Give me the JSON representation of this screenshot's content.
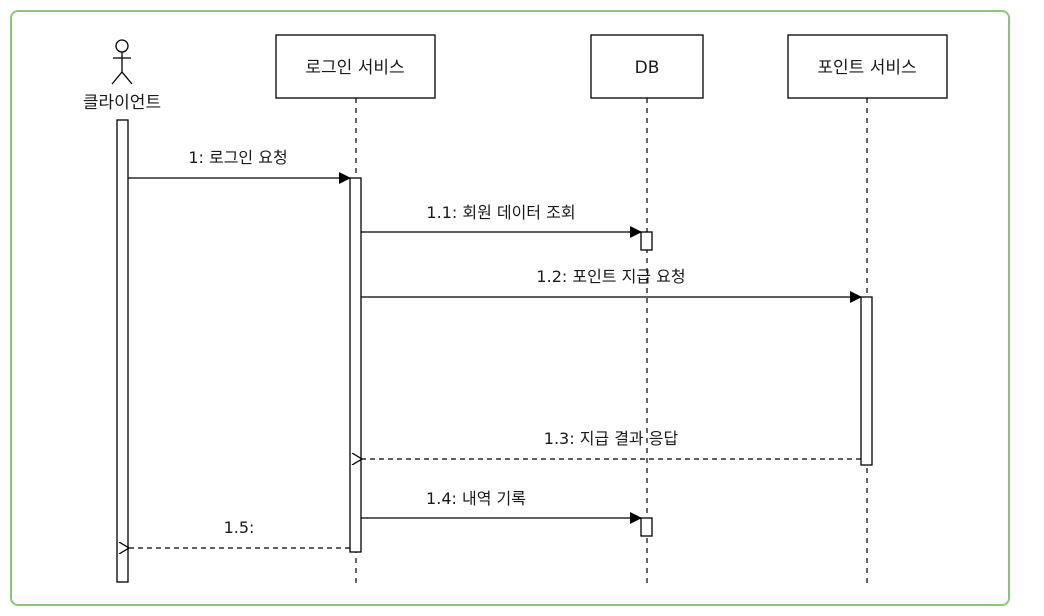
{
  "diagram": {
    "type": "sequence",
    "frame_color": "#8cc57a",
    "participants": [
      {
        "id": "client",
        "label": "클라이언트",
        "kind": "actor"
      },
      {
        "id": "login",
        "label": "로그인 서비스",
        "kind": "box"
      },
      {
        "id": "db",
        "label": "DB",
        "kind": "box"
      },
      {
        "id": "point",
        "label": "포인트 서비스",
        "kind": "box"
      }
    ],
    "messages": [
      {
        "label": "1: 로그인 요청",
        "from": "client",
        "to": "login",
        "style": "sync"
      },
      {
        "label": "1.1: 회원 데이터 조회",
        "from": "login",
        "to": "db",
        "style": "sync"
      },
      {
        "label": "1.2: 포인트 지급 요청",
        "from": "login",
        "to": "point",
        "style": "sync"
      },
      {
        "label": "1.3: 지급 결과 응답",
        "from": "point",
        "to": "login",
        "style": "reply"
      },
      {
        "label": "1.4: 내역 기록",
        "from": "login",
        "to": "db",
        "style": "sync"
      },
      {
        "label": "1.5:",
        "from": "login",
        "to": "client",
        "style": "reply"
      }
    ]
  }
}
